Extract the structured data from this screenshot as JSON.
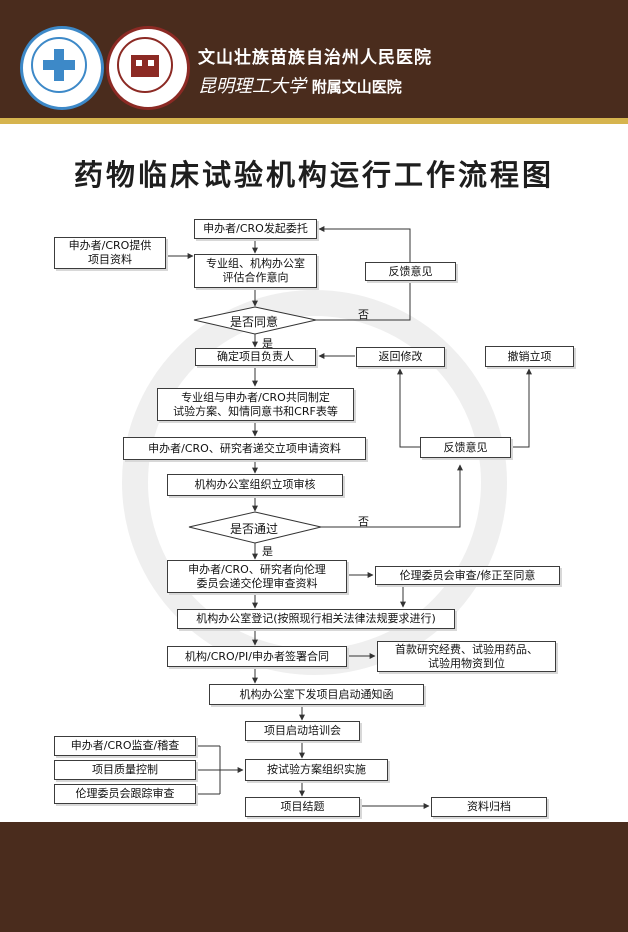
{
  "header": {
    "hospital_name": "文山壮族苗族自治州人民医院",
    "university_name": "昆明理工大学",
    "affiliated": "附属文山医院"
  },
  "title": "药物临床试验机构运行工作流程图",
  "flow": {
    "n1": "申办者/CRO发起委托",
    "n2": "申办者/CRO提供\n项目资料",
    "n3": "专业组、机构办公室\n评估合作意向",
    "n4": "反馈意见",
    "d1": "是否同意",
    "yes": "是",
    "no": "否",
    "n5": "确定项目负责人",
    "n6": "返回修改",
    "n7": "撤销立项",
    "n8": "专业组与申办者/CRO共同制定\n试验方案、知情同意书和CRF表等",
    "n9": "申办者/CRO、研究者递交立项申请资料",
    "n10": "反馈意见",
    "n11": "机构办公室组织立项审核",
    "d2": "是否通过",
    "n12": "申办者/CRO、研究者向伦理\n委员会递交伦理审查资料",
    "n13": "伦理委员会审查/修正至同意",
    "n14": "机构办公室登记(按照现行相关法律法规要求进行)",
    "n15": "机构/CRO/PI/申办者签署合同",
    "n16": "首款研究经费、试验用药品、\n试验用物资到位",
    "n17": "机构办公室下发项目启动通知函",
    "n18": "项目启动培训会",
    "n19": "申办者/CRO监查/稽查",
    "n20": "项目质量控制",
    "n21": "按试验方案组织实施",
    "n22": "伦理委员会跟踪审查",
    "n23": "项目结题",
    "n24": "资料归档"
  }
}
